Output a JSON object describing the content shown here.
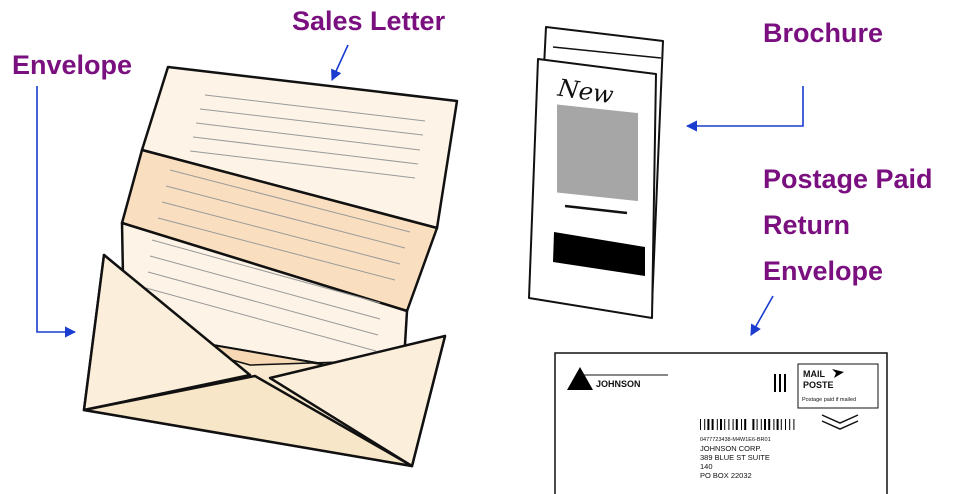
{
  "labels": {
    "sales_letter": "Sales Letter",
    "envelope": "Envelope",
    "brochure": "Brochure",
    "return_line1": "Postage Paid",
    "return_line2": "Return",
    "return_line3": "Envelope"
  },
  "brochure": {
    "handwriting": "New"
  },
  "return_envelope": {
    "company": "JOHNSON",
    "mail": "MAIL",
    "poste": "POSTE",
    "postage_note": "Postage paid if mailed",
    "code": "0477723438-M4W1E6-BR01",
    "addr1": "JOHNSON CORP.",
    "addr2": "389 BLUE ST SUITE",
    "addr3": "140",
    "addr4": "PO BOX 22032"
  },
  "colors": {
    "label": "#7a0f7f",
    "arrow": "#1a3ccf",
    "paper_light": "#fdf3e6",
    "paper_mid": "#f9dfbf",
    "envelope": "#f8e9cf",
    "photo_gray": "#a6a6a6"
  }
}
